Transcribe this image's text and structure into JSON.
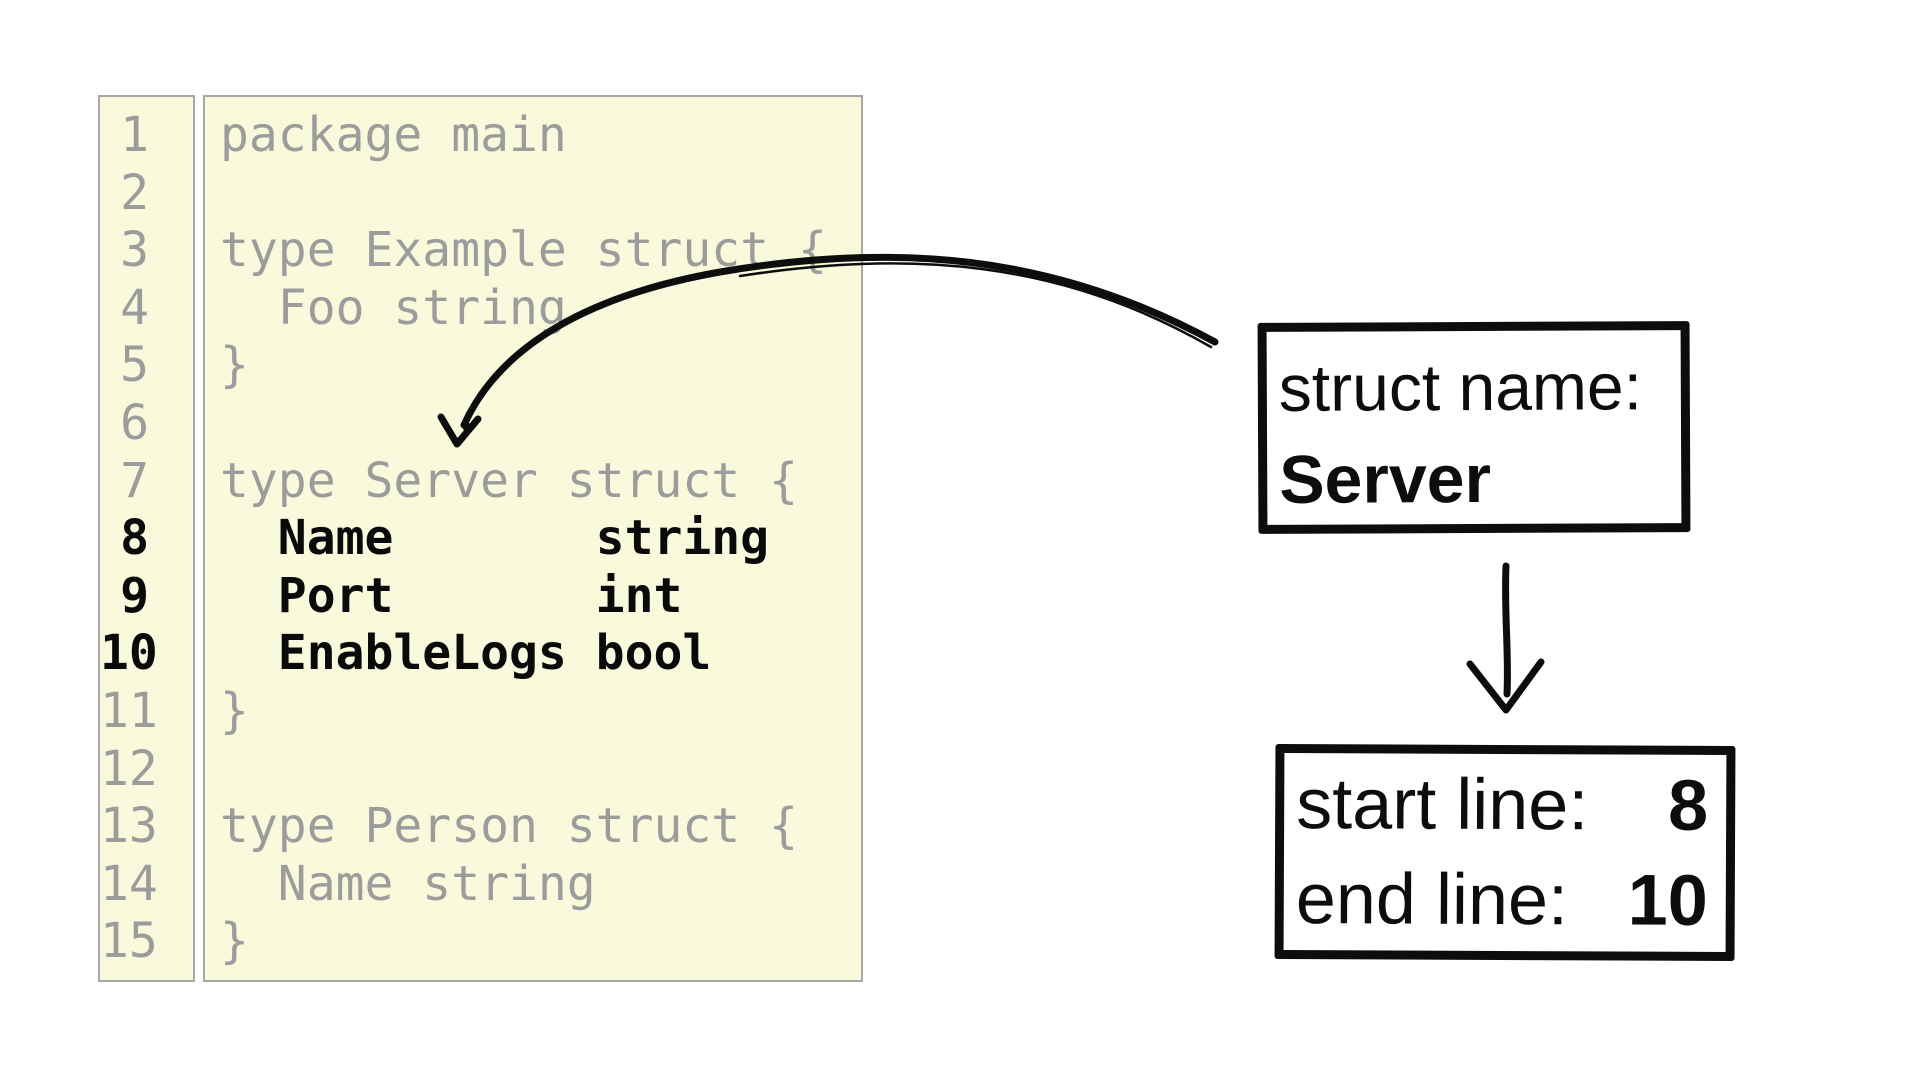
{
  "colors": {
    "panel_bg": "#f9f9dc",
    "panel_border": "#a8a8a8",
    "muted_text": "#9c9c9c",
    "highlight_text": "#0a0a0a",
    "ink": "#0d0d0d",
    "page_bg": "#ffffff"
  },
  "editor": {
    "language": "go",
    "highlighted_lines": [
      8,
      9,
      10
    ],
    "lines": [
      {
        "num": "1",
        "code": "package main",
        "highlight": false
      },
      {
        "num": "2",
        "code": "",
        "highlight": false
      },
      {
        "num": "3",
        "code": "type Example struct {",
        "highlight": false
      },
      {
        "num": "4",
        "code": "  Foo string",
        "highlight": false
      },
      {
        "num": "5",
        "code": "}",
        "highlight": false
      },
      {
        "num": "6",
        "code": "",
        "highlight": false
      },
      {
        "num": "7",
        "code": "type Server struct {",
        "highlight": false
      },
      {
        "num": "8",
        "code": "  Name       string",
        "highlight": true
      },
      {
        "num": "9",
        "code": "  Port       int",
        "highlight": true
      },
      {
        "num": "10",
        "code": "  EnableLogs bool",
        "highlight": true
      },
      {
        "num": "11",
        "code": "}",
        "highlight": false
      },
      {
        "num": "12",
        "code": "",
        "highlight": false
      },
      {
        "num": "13",
        "code": "type Person struct {",
        "highlight": false
      },
      {
        "num": "14",
        "code": "  Name string",
        "highlight": false
      },
      {
        "num": "15",
        "code": "}",
        "highlight": false
      }
    ]
  },
  "callouts": {
    "struct_name": {
      "label": "struct name:",
      "value": "Server"
    },
    "line_range": {
      "rows": [
        {
          "label": "start line:",
          "value": "8"
        },
        {
          "label": "end line:",
          "value": "10"
        }
      ]
    }
  }
}
